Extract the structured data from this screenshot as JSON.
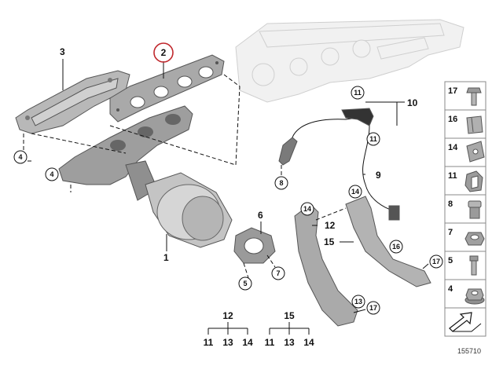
{
  "diagram_id": "155710",
  "callouts": {
    "c1": "1",
    "c2": "2",
    "c3": "3",
    "c4a": "4",
    "c4b": "4",
    "c5": "5",
    "c6": "6",
    "c7": "7",
    "c8": "8",
    "c9": "9",
    "c10": "10",
    "c11a": "11",
    "c11b": "11",
    "c12": "12",
    "c13": "13",
    "c14a": "14",
    "c14b": "14",
    "c15": "15",
    "c16": "16",
    "c17a": "17",
    "c17b": "17"
  },
  "kits": [
    {
      "parent": "12",
      "children": [
        "11",
        "13",
        "14"
      ]
    },
    {
      "parent": "15",
      "children": [
        "11",
        "13",
        "14"
      ]
    }
  ],
  "sidebar": [
    {
      "number": "17",
      "icon": "bolt-icon"
    },
    {
      "number": "16",
      "icon": "clip-icon"
    },
    {
      "number": "14",
      "icon": "spring-nut-icon"
    },
    {
      "number": "11",
      "icon": "clamp-icon"
    },
    {
      "number": "8",
      "icon": "plug-icon"
    },
    {
      "number": "7",
      "icon": "hex-nut-icon"
    },
    {
      "number": "5",
      "icon": "stud-bolt-icon"
    },
    {
      "number": "4",
      "icon": "flange-nut-icon"
    },
    {
      "number": "",
      "icon": "arrow-icon"
    }
  ],
  "highlight_color": "#c0282d"
}
